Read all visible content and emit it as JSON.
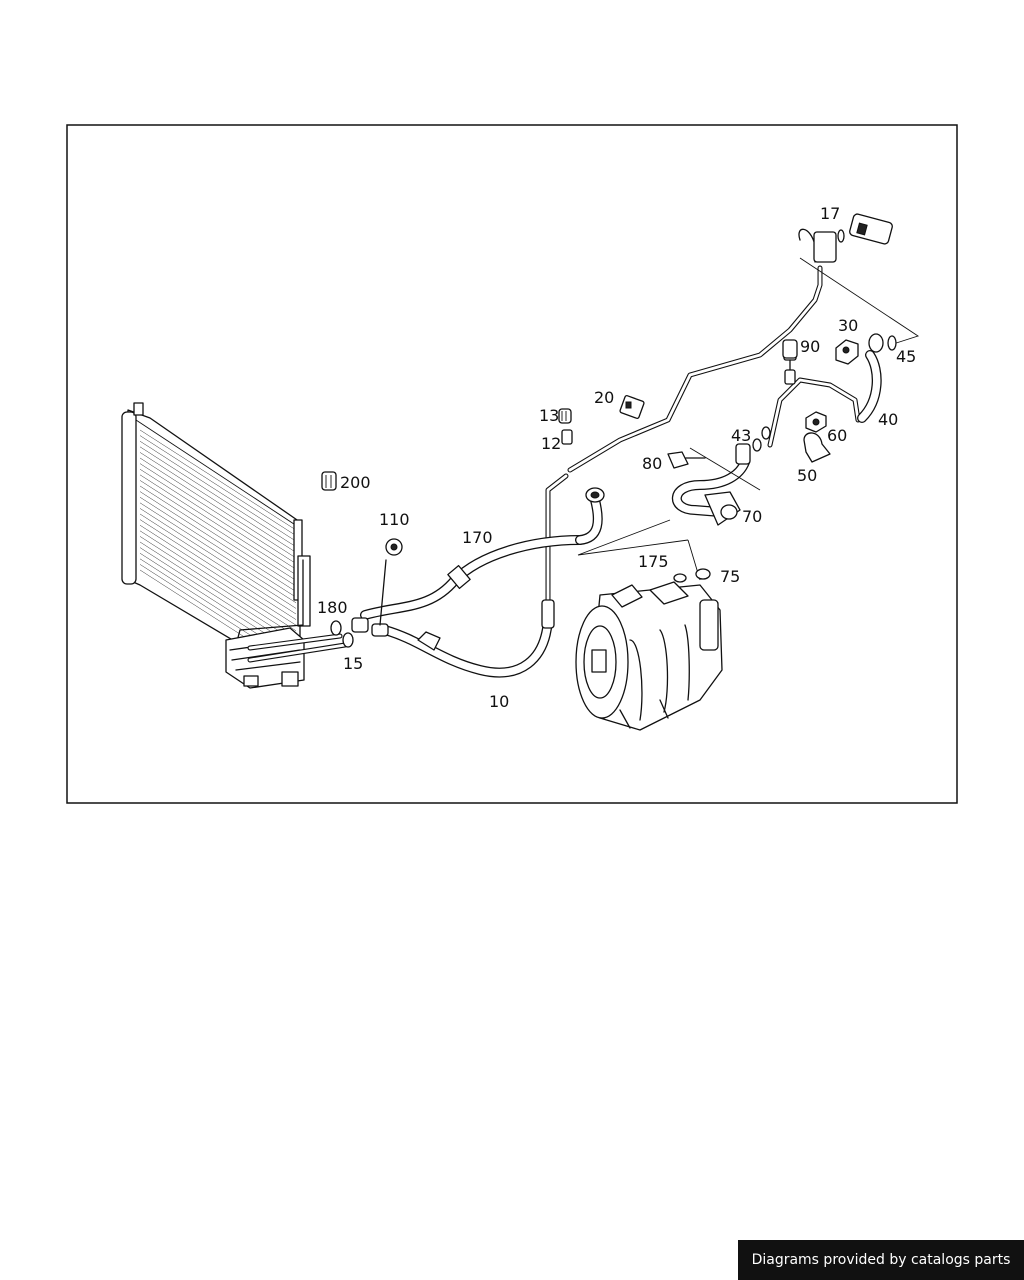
{
  "diagram": {
    "callouts": [
      {
        "id": "17",
        "text": "17"
      },
      {
        "id": "30",
        "text": "30"
      },
      {
        "id": "45",
        "text": "45"
      },
      {
        "id": "90",
        "text": "90"
      },
      {
        "id": "20",
        "text": "20"
      },
      {
        "id": "13",
        "text": "13"
      },
      {
        "id": "12",
        "text": "12"
      },
      {
        "id": "43",
        "text": "43"
      },
      {
        "id": "60",
        "text": "60"
      },
      {
        "id": "40",
        "text": "40"
      },
      {
        "id": "80",
        "text": "80"
      },
      {
        "id": "50",
        "text": "50"
      },
      {
        "id": "200",
        "text": "200"
      },
      {
        "id": "110",
        "text": "110"
      },
      {
        "id": "170",
        "text": "170"
      },
      {
        "id": "70",
        "text": "70"
      },
      {
        "id": "175",
        "text": "175"
      },
      {
        "id": "75",
        "text": "75"
      },
      {
        "id": "180",
        "text": "180"
      },
      {
        "id": "15",
        "text": "15"
      },
      {
        "id": "10",
        "text": "10"
      }
    ]
  },
  "footer": {
    "credit": "Diagrams provided by catalogs parts"
  }
}
